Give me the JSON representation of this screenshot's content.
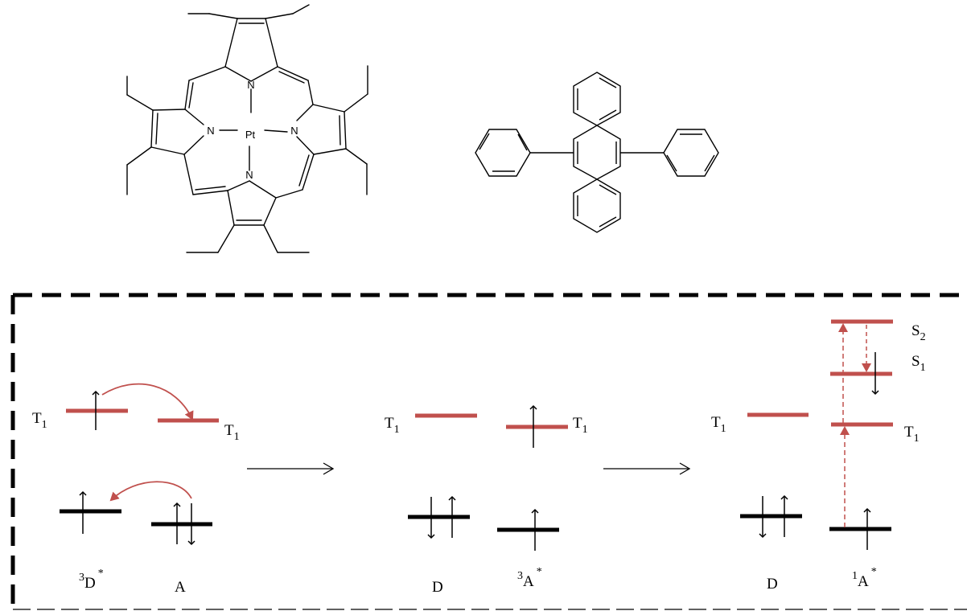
{
  "structures": {
    "porphyrin": {
      "metal": "Pt",
      "nitrogen": "N"
    }
  },
  "states": {
    "panel1": {
      "donor_triplet": {
        "main": "T",
        "sub": "1"
      },
      "acceptor_triplet": {
        "main": "T",
        "sub": "1"
      },
      "donor_label": {
        "sup": "3",
        "main": "D",
        "star": "*"
      },
      "acceptor_label": {
        "main": "A"
      }
    },
    "panel2": {
      "donor_triplet": {
        "main": "T",
        "sub": "1"
      },
      "acceptor_triplet": {
        "main": "T",
        "sub": "1"
      },
      "donor_label": {
        "main": "D"
      },
      "acceptor_label": {
        "sup": "3",
        "main": "A",
        "star": "*"
      }
    },
    "panel3": {
      "donor_triplet": {
        "main": "T",
        "sub": "1"
      },
      "acceptor_triplet": {
        "main": "T",
        "sub": "1"
      },
      "acceptor_s1": {
        "main": "S",
        "sub": "1"
      },
      "acceptor_s2": {
        "main": "S",
        "sub": "2"
      },
      "donor_label": {
        "main": "D"
      },
      "acceptor_label": {
        "sup": "1",
        "main": "A",
        "star": "*"
      }
    }
  },
  "colors": {
    "excited_level": "#c0504d",
    "ground_level": "#000000",
    "frame": "#000000"
  }
}
